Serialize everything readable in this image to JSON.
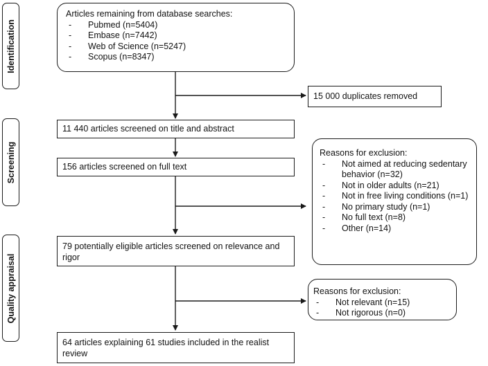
{
  "stages": {
    "identification": "Identification",
    "screening": "Screening",
    "quality": "Quality appraisal"
  },
  "identification": {
    "heading": "Articles remaining from database searches:",
    "items": [
      "Pubmed (n=5404)",
      "Embase (n=7442)",
      "Web of Science (n=5247)",
      "Scopus (n=8347)"
    ]
  },
  "duplicates": "15 000 duplicates removed",
  "screen_title": "11 440 articles screened on title and abstract",
  "screen_full": "156 articles screened on full text",
  "exclusion1": {
    "heading": "Reasons for exclusion:",
    "items": [
      "Not aimed at reducing sedentary behavior (n=32)",
      "Not in older adults (n=21)",
      "Not in free living conditions (n=1)",
      "No primary study (n=1)",
      "No full text  (n=8)",
      "Other (n=14)"
    ]
  },
  "eligible": "79 potentially eligible articles screened on relevance and rigor",
  "exclusion2": {
    "heading": "Reasons for exclusion:",
    "items": [
      "Not relevant (n=15)",
      "Not rigorous (n=0)"
    ]
  },
  "included": "64 articles explaining 61 studies included in the realist review"
}
